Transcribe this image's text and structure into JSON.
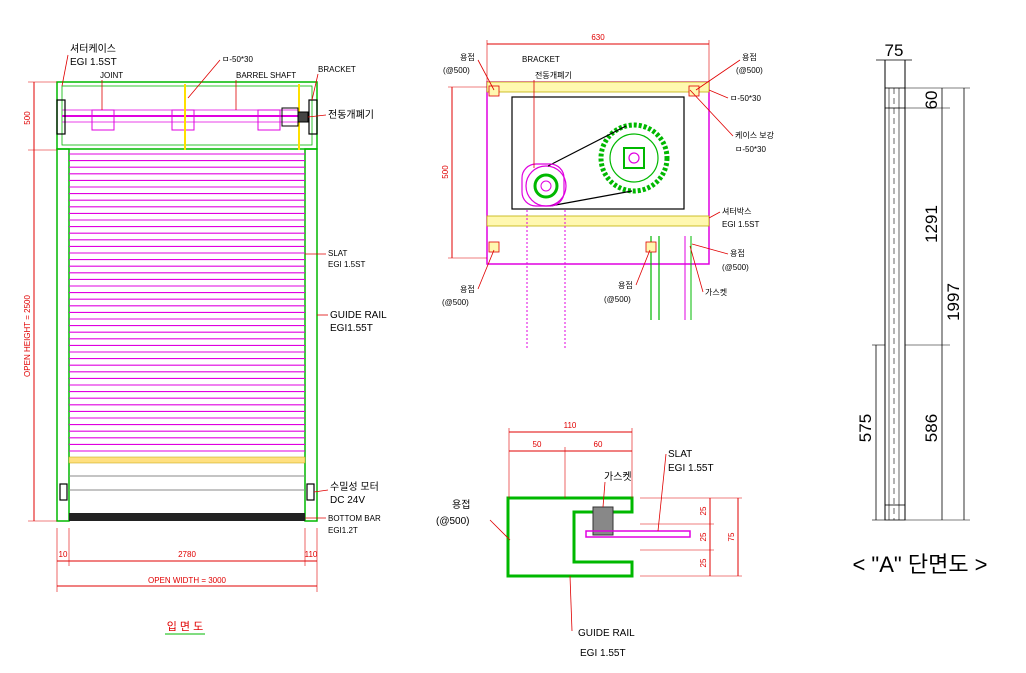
{
  "colors": {
    "dimension": "#e00000",
    "frame": "#00b800",
    "slat": "#e000e0",
    "weld": "#ffe000",
    "text": "#000000"
  },
  "elevation": {
    "labels": {
      "case": "셔터케이스",
      "case_spec": "EGI 1.5ST",
      "joint": "JOINT",
      "pipe": "ㅁ-50*30",
      "barrel": "BARREL SHAFT",
      "bracket": "BRACKET",
      "motor": "전동개폐기",
      "slat": "SLAT",
      "slat_spec": "EGI 1.5ST",
      "guide": "GUIDE RAIL",
      "guide_spec": "EGI1.55T",
      "wmotor": "수밀성 모터",
      "wmotor_spec": "DC 24V",
      "bottom": "BOTTOM BAR",
      "bottom_spec": "EGI1.2T"
    },
    "dims": {
      "top": "500",
      "height": "OPEN HEIGHT = 2500",
      "left_margin": "10",
      "inner": "2780",
      "right_margin": "110",
      "width": "OPEN WIDTH = 3000"
    },
    "title": "입 면 도"
  },
  "case_section": {
    "labels": {
      "weld_tl": "용접",
      "weld_tl_spec": "(@500)",
      "bracket": "BRACKET",
      "motor": "전동개폐기",
      "weld_tr": "용접",
      "weld_tr_spec": "(@500)",
      "pipe1": "ㅁ-50*30",
      "reinforce": "케이스 보강",
      "pipe2": "ㅁ-50*30",
      "box": "셔터박스",
      "box_spec": "EGI 1.5ST",
      "weld_r": "용접",
      "weld_r_spec": "(@500)",
      "weld_bl": "용접",
      "weld_bl_spec": "(@500)",
      "weld_bc": "용접",
      "weld_bc_spec": "(@500)",
      "gasket": "가스켓"
    },
    "dims": {
      "width": "630",
      "height": "500"
    }
  },
  "rail_section": {
    "labels": {
      "weld": "용접",
      "weld_spec": "(@500)",
      "gasket": "가스켓",
      "slat": "SLAT",
      "slat_spec": "EGI 1.55T",
      "guide": "GUIDE RAIL",
      "guide_spec": "EGI 1.55T"
    },
    "dims": {
      "total": "110",
      "a": "50",
      "b": "60",
      "d1": "25",
      "d2": "25",
      "d3": "25",
      "h": "75"
    }
  },
  "a_section": {
    "dims": {
      "top": "75",
      "d60": "60",
      "d1291": "1291",
      "d1997": "1997",
      "d575": "575",
      "d586": "586"
    },
    "title": "< \"A\" 단면도 >"
  }
}
